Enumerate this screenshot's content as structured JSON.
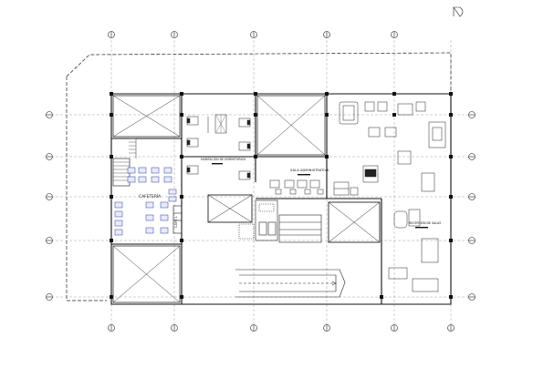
{
  "labels": {
    "dormitorio": "HABITACIÓN DE DORMITORIOS",
    "sala_admin": "SALA ADMINISTRATIVA",
    "cafeteria": "CAFETERÍA",
    "recepcion": "RECEPCIÓN DE SALAS",
    "cafe_num": "CAFE 1"
  },
  "icons": {
    "north": "north-arrow-icon",
    "grid_marker": "column-grid-marker-icon"
  },
  "colors": {
    "lines": "#111111",
    "furniture_blue": "#2a3a9a",
    "background": "#ffffff"
  }
}
